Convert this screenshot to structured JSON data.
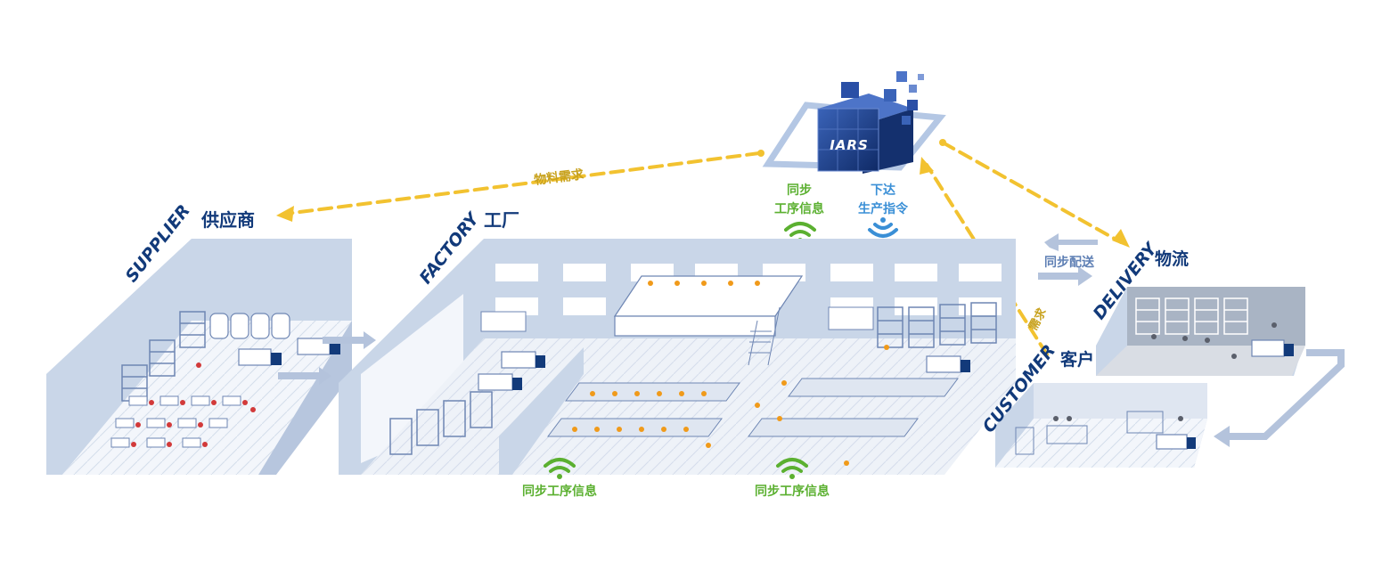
{
  "logo": {
    "text": "IARS"
  },
  "zones": {
    "supplier": {
      "en": "SUPPLIER",
      "cn": "供应商"
    },
    "factory": {
      "en": "FACTORY",
      "cn": "工厂"
    },
    "delivery": {
      "en": "DELIVERY",
      "cn": "物流"
    },
    "customer": {
      "en": "CUSTOMER",
      "cn": "客户"
    }
  },
  "flows": {
    "material_demand": "物料需求",
    "demand": "需求",
    "sync_delivery": "同步配送"
  },
  "signals": {
    "sync_line1": "同步",
    "sync_line2": "工序信息",
    "issue_line1": "下达",
    "issue_line2": "生产指令",
    "sync_left": "同步工序信息",
    "sync_right": "同步工序信息"
  },
  "colors": {
    "navy": "#123a7a",
    "light_blue_wall": "#c9d6e8",
    "floor": "#e9eef6",
    "gold": "#f2c230",
    "gold_text": "#c8a21e",
    "green": "#5bb030",
    "wifi_blue": "#3a8fd6",
    "arrow_grey": "#b4c3dc"
  }
}
